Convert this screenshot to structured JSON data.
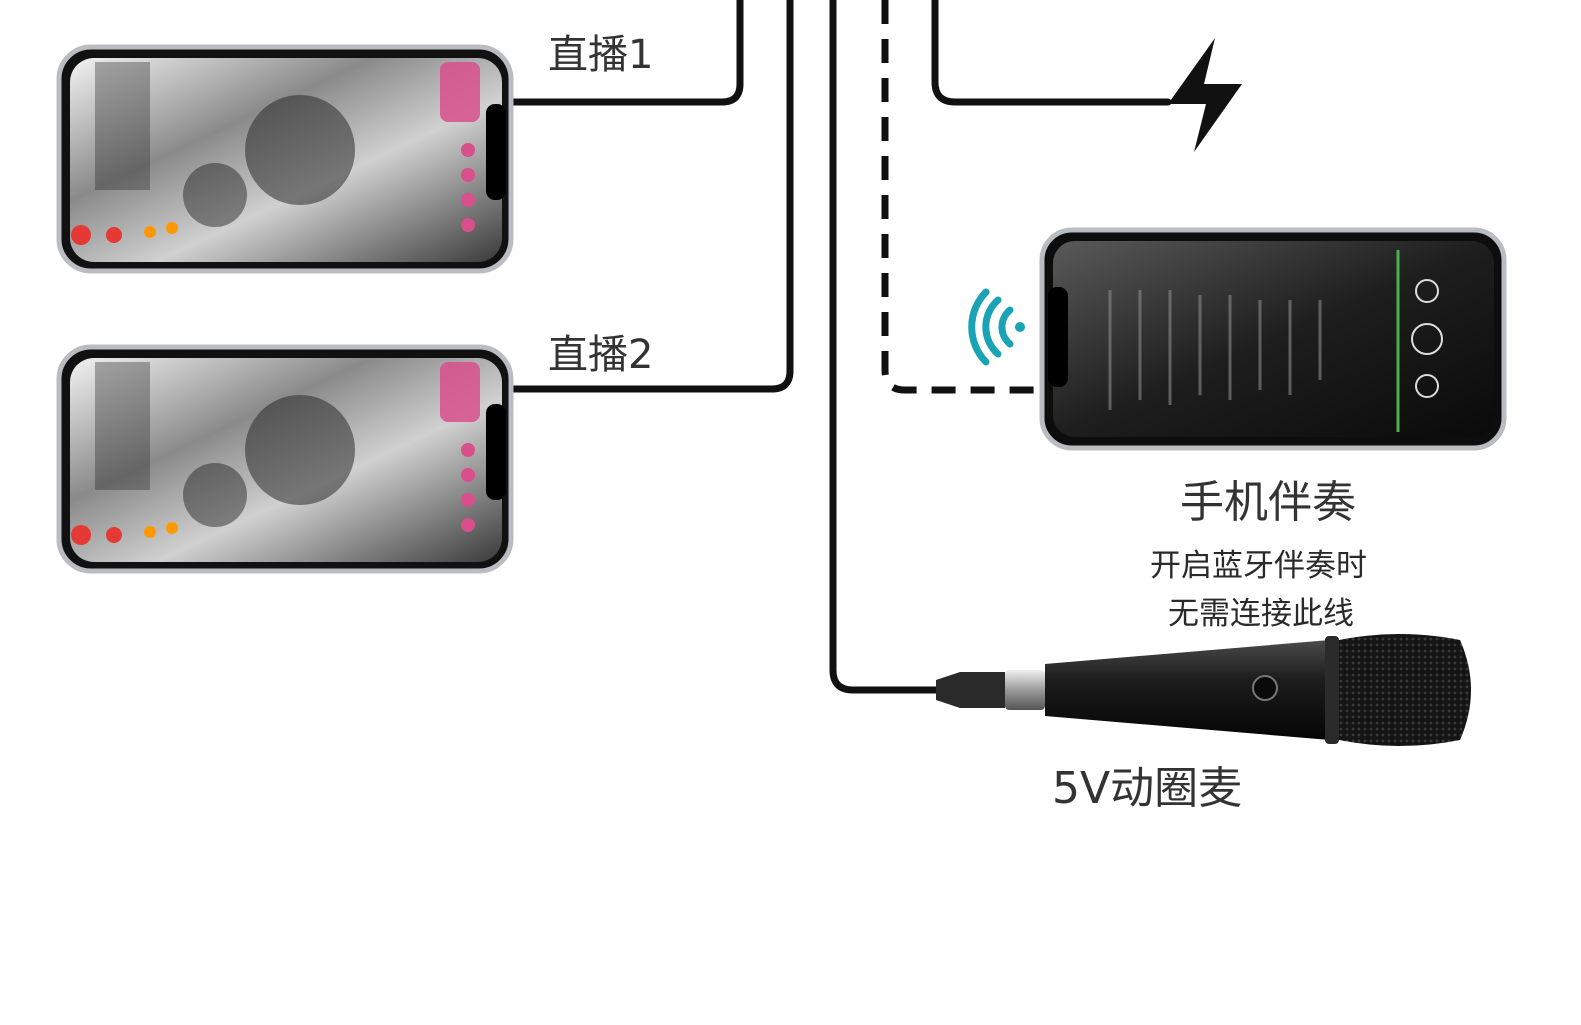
{
  "labels": {
    "live_1": "直播1",
    "live_2": "直播2",
    "phone_accompaniment": "手机伴奏",
    "bluetooth_note_line1": "开启蓝牙伴奏时",
    "bluetooth_note_line2": "无需连接此线",
    "microphone": "5V动圈麦"
  },
  "icons": {
    "lightning": "lightning-bolt-icon",
    "bluetooth_signal": "wireless-signal-icon"
  },
  "colors": {
    "cable": "#111111",
    "label_text": "#333333",
    "signal_accent": "#1aa3b5",
    "phone_frame": "#b9bcc0"
  }
}
